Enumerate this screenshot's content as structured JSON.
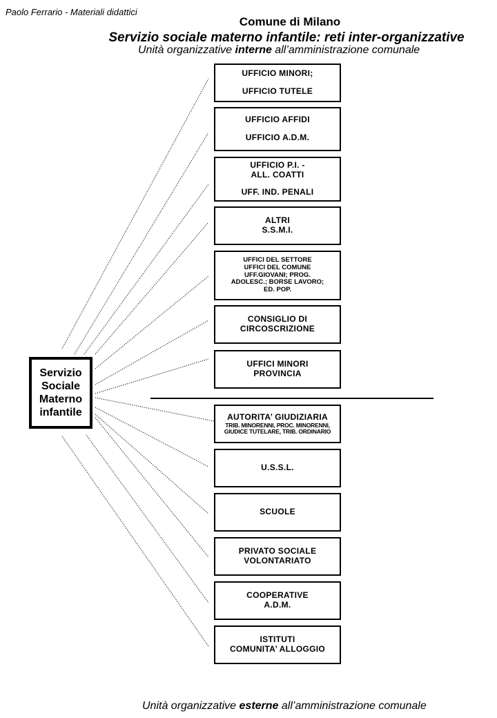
{
  "header": {
    "author": "Paolo Ferrario - Materiali didattici",
    "title": "Comune di Milano",
    "subtitle": "Servizio sociale materno infantile: reti inter-organizzative",
    "internal_caption": {
      "prefix": "Unità organizzative ",
      "emphasis": "interne",
      "suffix": " all’amministrazione comunale"
    },
    "external_caption": {
      "prefix": "Unità organizzative ",
      "emphasis": "esterne",
      "suffix": " all’amministrazione comunale"
    }
  },
  "center": {
    "lines": [
      "Servizio",
      "Sociale",
      "Materno",
      "infantile"
    ]
  },
  "internal_units": [
    {
      "lines": [
        "UFFICIO MINORI;",
        "",
        "UFFICIO TUTELE"
      ]
    },
    {
      "lines": [
        "UFFICIO AFFIDI",
        "",
        "UFFICIO A.D.M."
      ]
    },
    {
      "lines": [
        "UFFICIO P.I. -",
        "ALL. COATTI",
        "",
        "UFF. IND. PENALI"
      ]
    },
    {
      "lines": [
        "ALTRI",
        "S.S.M.I."
      ]
    },
    {
      "lines": [
        "UFFICI DEL SETTORE",
        "UFFICI DEL COMUNE",
        "UFF.GIOVANI; PROG.",
        "ADOLESC.; BORSE LAVORO;",
        "ED. POP."
      ]
    },
    {
      "lines": [
        "CONSIGLIO DI",
        "CIRCOSCRIZIONE"
      ]
    },
    {
      "lines": [
        "UFFICI MINORI",
        "PROVINCIA"
      ]
    }
  ],
  "external_units": [
    {
      "lines": [
        "AUTORITA’ GIUDIZIARIA"
      ],
      "sub_lines": [
        "TRIB. MINORENNI, PROC. MINORENNI,",
        "GIUDICE TUTELARE, TRIB. ORDINARIO"
      ]
    },
    {
      "lines": [
        "U.S.S.L."
      ]
    },
    {
      "lines": [
        "SCUOLE"
      ]
    },
    {
      "lines": [
        "PRIVATO SOCIALE",
        "VOLONTARIATO"
      ]
    },
    {
      "lines": [
        "COOPERATIVE",
        "A.D.M."
      ]
    },
    {
      "lines": [
        "ISTITUTI",
        "COMUNITA’ ALLOGGIO"
      ]
    }
  ]
}
